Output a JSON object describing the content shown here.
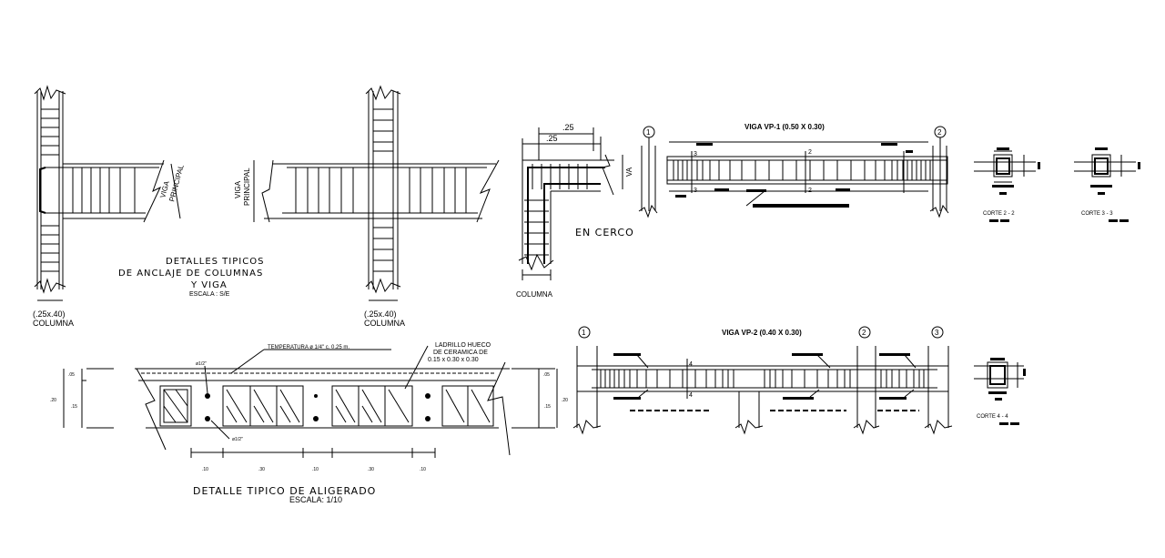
{
  "anchorage": {
    "title_line1": "DETALLES TIPICOS",
    "title_line2": "DE ANCLAJE DE COLUMNAS",
    "title_line3": "Y VIGA",
    "scale": "ESCALA : S/E",
    "viga_label_left": "VIGA",
    "principal_label_left": "PRINCIPAL",
    "viga_label_right": "VIGA",
    "principal_label_right": "PRINCIPAL",
    "col_dim_1": "(.25x.40)",
    "col_label_1": "COLUMNA",
    "col_dim_2": "(.25x.40)",
    "col_label_2": "COLUMNA"
  },
  "corner": {
    "dim_outer": ".25",
    "dim_inner": ".25",
    "va_label": "VA",
    "en_cerco": "EN CERCO",
    "columna": "COLUMNA"
  },
  "vp1": {
    "title": "VIGA VP-1 (0.50 X 0.30)",
    "axis_1": "1",
    "axis_2": "2",
    "sec_3a": "3",
    "sec_3b": "3",
    "sec_2a": "2",
    "sec_2b": "2",
    "corte_2": "CORTE 2 - 2",
    "corte_3": "CORTE 3 - 3"
  },
  "vp2": {
    "title": "VIGA VP-2 (0.40 X 0.30)",
    "axis_1": "1",
    "axis_2": "2",
    "axis_3": "3",
    "sec_4a": "4",
    "sec_4b": "4",
    "corte_4": "CORTE 4 - 4"
  },
  "slab": {
    "temperatura": "TEMPERATURA ø 1/4\" c. 0.25 m.",
    "ladrillo_1": "LADRILLO HUECO",
    "ladrillo_2": "DE CERAMICA DE",
    "ladrillo_3": "0.15 x 0.30 x 0.30",
    "bar_top": "ø1/2\"",
    "bar_bottom": "ø1/2\"",
    "dim_05a": ".05",
    "dim_20": ".20",
    "dim_15": ".15",
    "dim_05b": ".05",
    "dim_20b": ".20",
    "dim_15b": ".15",
    "bot_1": ".10",
    "bot_2": ".30",
    "bot_3": ".10",
    "bot_4": ".30",
    "bot_5": ".10",
    "title": "DETALLE TIPICO DE ALIGERADO",
    "scale": "ESCALA: 1/10"
  }
}
